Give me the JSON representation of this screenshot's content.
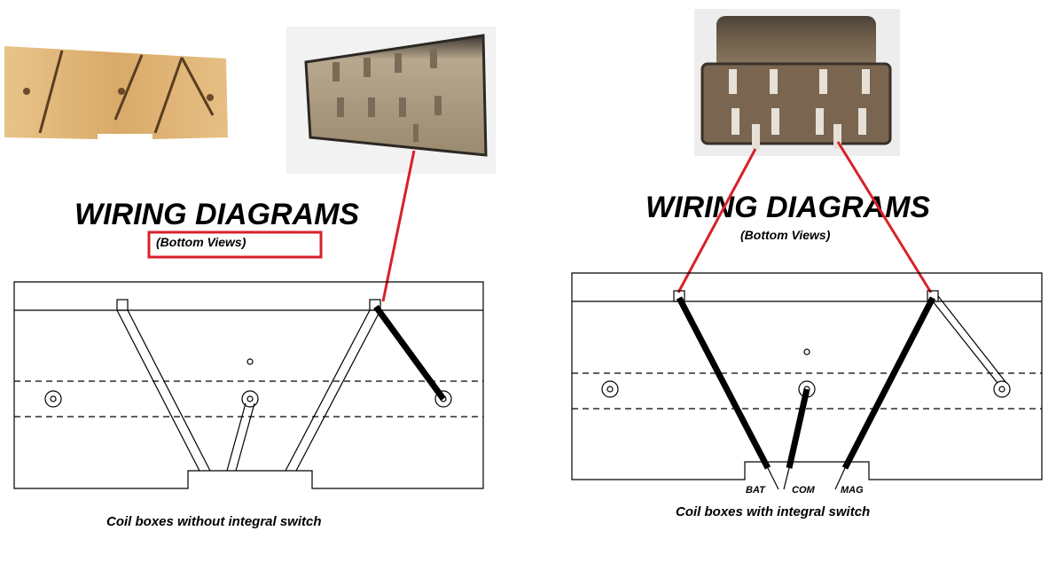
{
  "left": {
    "title": "WIRING DIAGRAMS",
    "subtitle": "(Bottom Views)",
    "caption": "Coil boxes without integral switch"
  },
  "right": {
    "title": "WIRING DIAGRAMS",
    "subtitle": "(Bottom Views)",
    "caption": "Coil boxes with integral switch",
    "terminals": [
      "BAT",
      "COM",
      "MAG"
    ]
  },
  "colors": {
    "highlight": "#d9202a",
    "wood": "#e2b87a",
    "coilbox": "#a8957a"
  }
}
